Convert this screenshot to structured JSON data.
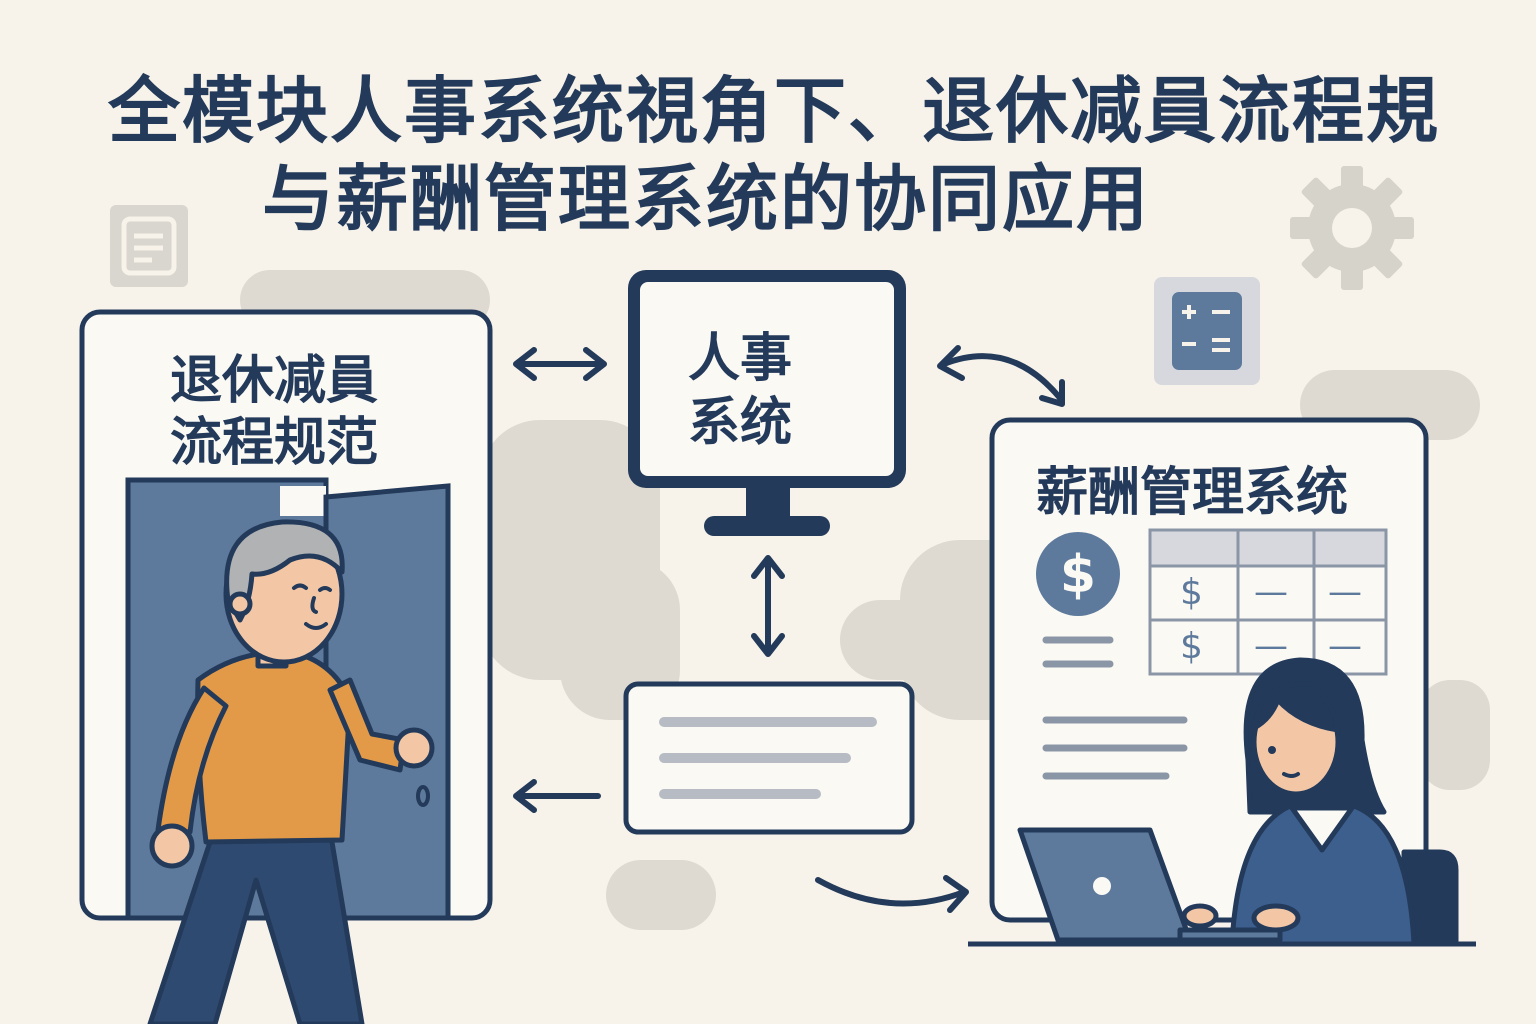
{
  "title": {
    "line1": "全模块人事系统視角下、退休减員流程規",
    "line2": "与薪酬管理系统的协同应用"
  },
  "panels": {
    "retirement": {
      "line1": "退休减員",
      "line2": "流程规范"
    },
    "hr": {
      "line1": "人事",
      "line2": "系统"
    },
    "payroll": {
      "title": "薪酬管理系统"
    }
  },
  "payroll_table": {
    "rows": [
      {
        "col1": "$",
        "col2": "—",
        "col3": "—"
      },
      {
        "col1": "$",
        "col2": "—",
        "col3": "—"
      }
    ]
  },
  "icons": [
    "document-icon",
    "gear-icon",
    "calculator-icon",
    "dollar-icon",
    "laptop-icon"
  ],
  "colors": {
    "navy": "#233a5a",
    "steel_blue": "#5d7a9c",
    "orange": "#e29a48",
    "grey": "#cfcbc2",
    "background": "#f7f3ea"
  }
}
